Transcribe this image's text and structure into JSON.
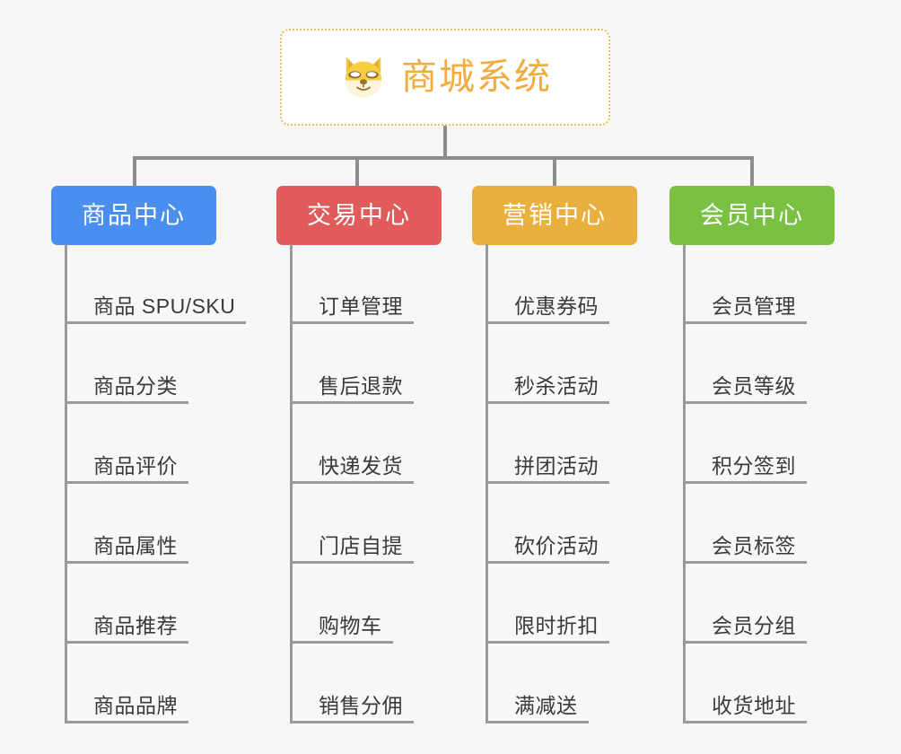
{
  "diagram": {
    "type": "organization-tree",
    "background_color": "#f7f7f7",
    "connector_color": "#8c8c8c",
    "root": {
      "title": "商城系统",
      "icon": "shiba-dog-face-emoji",
      "text_color": "#f0ac3f",
      "border_color": "#f0b95a",
      "background_color": "#ffffff"
    },
    "branches": [
      {
        "label": "商品中心",
        "color": "#4a8ef0",
        "items": [
          "商品 SPU/SKU",
          "商品分类",
          "商品评价",
          "商品属性",
          "商品推荐",
          "商品品牌"
        ]
      },
      {
        "label": "交易中心",
        "color": "#e15b5b",
        "items": [
          "订单管理",
          "售后退款",
          "快递发货",
          "门店自提",
          "购物车",
          "销售分佣"
        ]
      },
      {
        "label": "营销中心",
        "color": "#eab03f",
        "items": [
          "优惠券码",
          "秒杀活动",
          "拼团活动",
          "砍价活动",
          "限时折扣",
          "满减送"
        ]
      },
      {
        "label": "会员中心",
        "color": "#7ac143",
        "items": [
          "会员管理",
          "会员等级",
          "积分签到",
          "会员标签",
          "会员分组",
          "收货地址"
        ]
      }
    ]
  }
}
